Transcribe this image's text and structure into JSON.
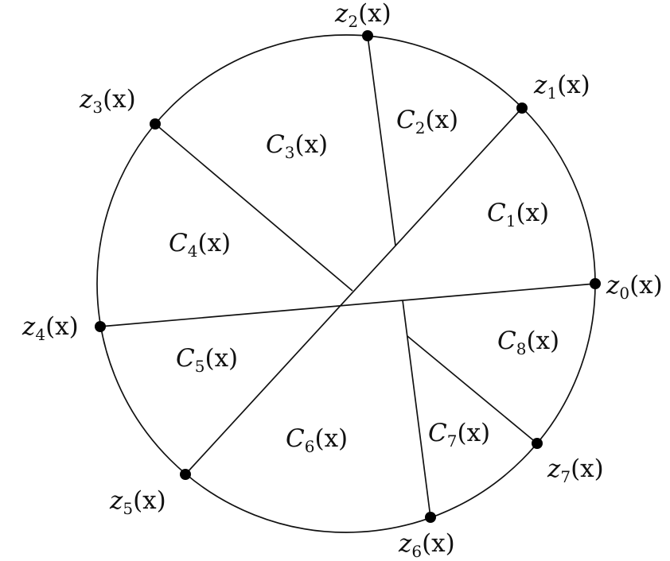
{
  "diagram": {
    "points": [
      {
        "id": "z0",
        "letter": "z",
        "index": "0",
        "arg": "(x)"
      },
      {
        "id": "z1",
        "letter": "z",
        "index": "1",
        "arg": "(x)"
      },
      {
        "id": "z2",
        "letter": "z",
        "index": "2",
        "arg": "(x)"
      },
      {
        "id": "z3",
        "letter": "z",
        "index": "3",
        "arg": "(x)"
      },
      {
        "id": "z4",
        "letter": "z",
        "index": "4",
        "arg": "(x)"
      },
      {
        "id": "z5",
        "letter": "z",
        "index": "5",
        "arg": "(x)"
      },
      {
        "id": "z6",
        "letter": "z",
        "index": "6",
        "arg": "(x)"
      },
      {
        "id": "z7",
        "letter": "z",
        "index": "7",
        "arg": "(x)"
      }
    ],
    "regions": [
      {
        "id": "C1",
        "letter": "C",
        "index": "1",
        "arg": "(x)"
      },
      {
        "id": "C2",
        "letter": "C",
        "index": "2",
        "arg": "(x)"
      },
      {
        "id": "C3",
        "letter": "C",
        "index": "3",
        "arg": "(x)"
      },
      {
        "id": "C4",
        "letter": "C",
        "index": "4",
        "arg": "(x)"
      },
      {
        "id": "C5",
        "letter": "C",
        "index": "5",
        "arg": "(x)"
      },
      {
        "id": "C6",
        "letter": "C",
        "index": "6",
        "arg": "(x)"
      },
      {
        "id": "C7",
        "letter": "C",
        "index": "7",
        "arg": "(x)"
      },
      {
        "id": "C8",
        "letter": "C",
        "index": "8",
        "arg": "(x)"
      }
    ],
    "colors": {
      "stroke": "#111111",
      "dot": "#000000",
      "background": "#ffffff"
    }
  }
}
